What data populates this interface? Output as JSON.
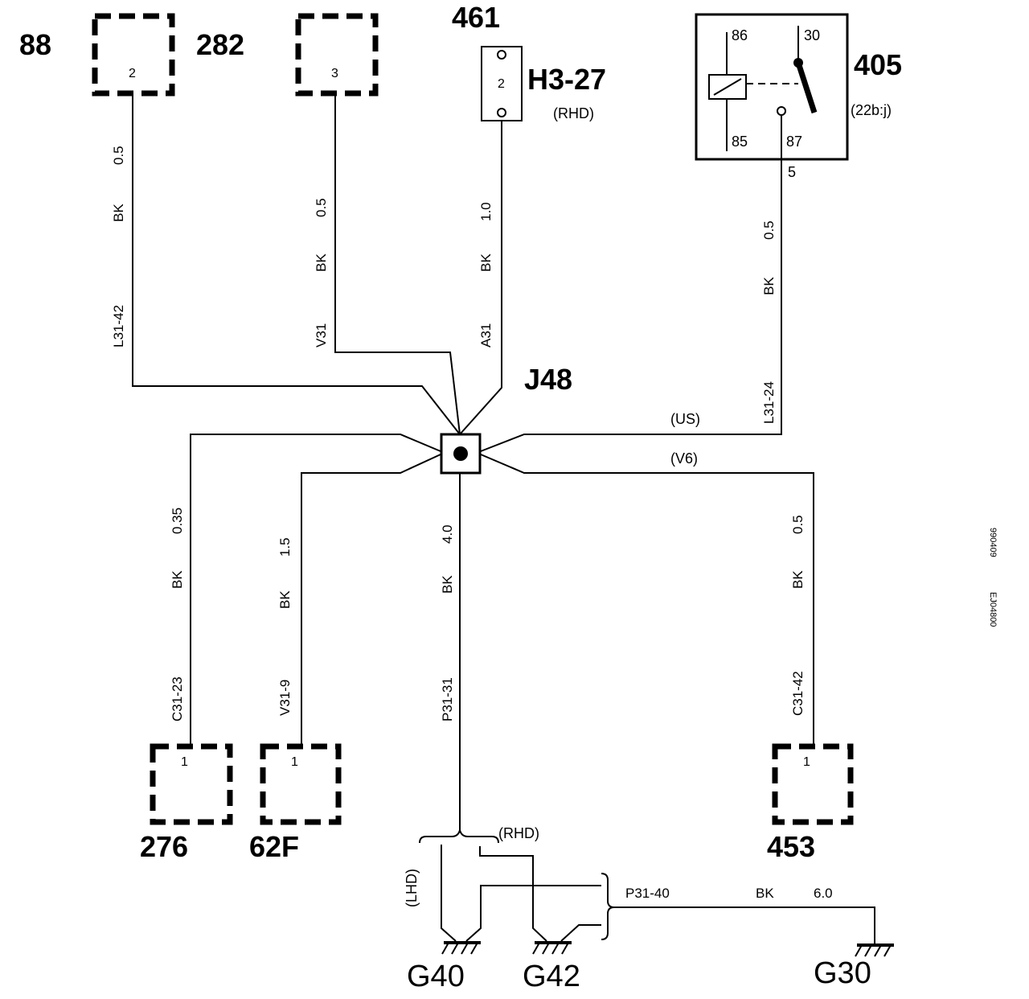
{
  "components": {
    "c88": "88",
    "c282": "282",
    "c282_pin": "2",
    "c3_pin": "3",
    "c461": "461",
    "h3_27": "H3-27",
    "h3_27_pin": "2",
    "h3_27_note": "(RHD)",
    "c405": "405",
    "c405_note": "(22b:j)",
    "relay_pin_86": "86",
    "relay_pin_30": "30",
    "relay_pin_85": "85",
    "relay_pin_87": "87",
    "relay_out_pin": "5",
    "splice": "J48",
    "c276": "276",
    "c276_pin": "1",
    "c62f": "62F",
    "c62f_pin": "1",
    "c453": "453",
    "c453_pin": "1"
  },
  "wires": {
    "w1": {
      "size": "0.5",
      "color": "BK",
      "circuit": "L31-42"
    },
    "w2": {
      "size": "0.5",
      "color": "BK",
      "circuit": "V31"
    },
    "w3": {
      "size": "1.0",
      "color": "BK",
      "circuit": "A31"
    },
    "w4": {
      "size": "0.5",
      "color": "BK",
      "circuit": "L31-24"
    },
    "w5": {
      "size": "0.35",
      "color": "BK",
      "circuit": "C31-23"
    },
    "w6": {
      "size": "1.5",
      "color": "BK",
      "circuit": "V31-9"
    },
    "w7": {
      "size": "4.0",
      "color": "BK",
      "circuit": "P31-31"
    },
    "w8": {
      "size": "0.5",
      "color": "BK",
      "circuit": "C31-42"
    },
    "w9": {
      "size": "6.0",
      "color": "BK",
      "circuit": "P31-40"
    }
  },
  "variants": {
    "us": "(US)",
    "v6": "(V6)",
    "rhd": "(RHD)",
    "lhd": "(LHD)"
  },
  "grounds": {
    "g40": "G40",
    "g42": "G42",
    "g30": "G30"
  },
  "side_codes": {
    "code1": "990409",
    "code2": "EJ04800"
  }
}
